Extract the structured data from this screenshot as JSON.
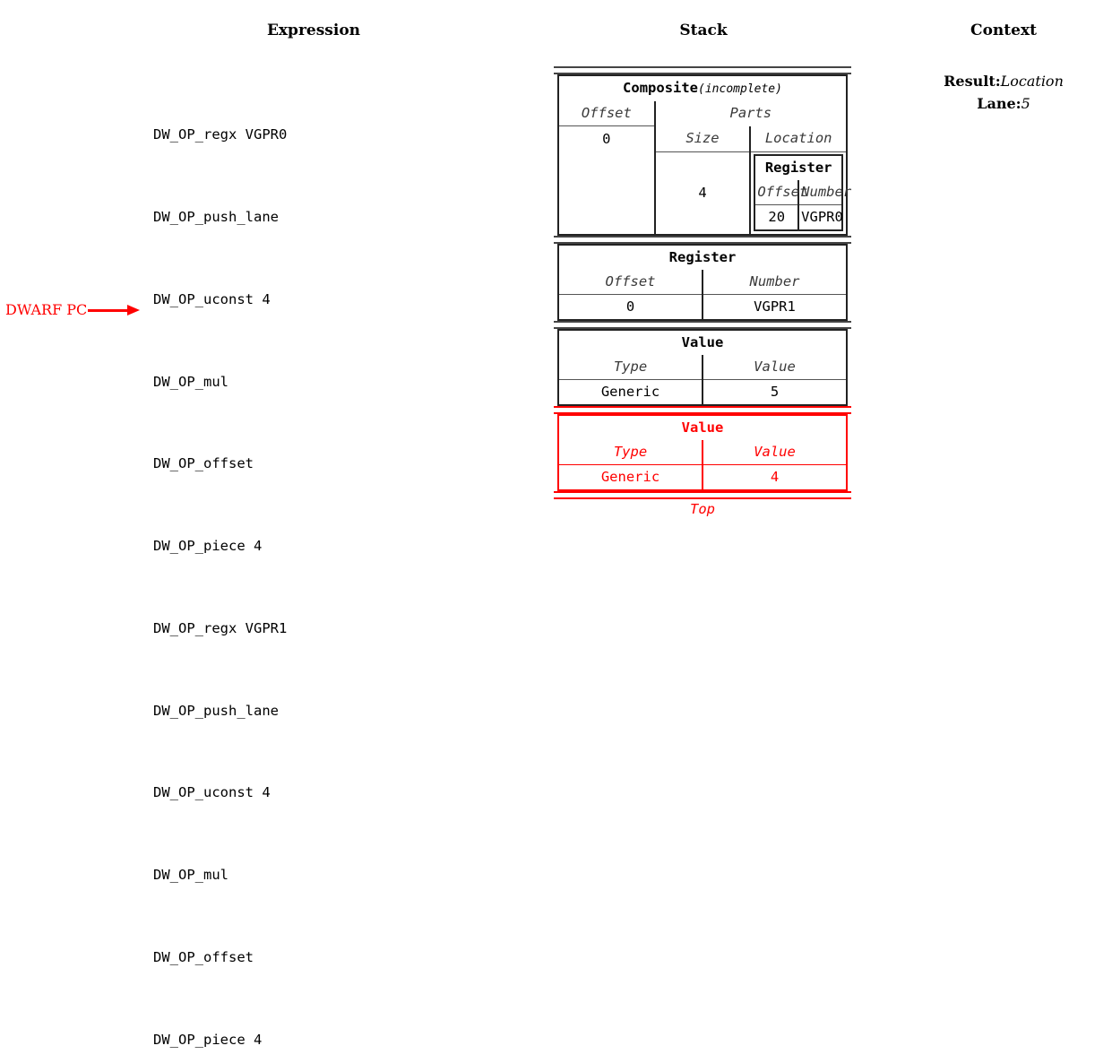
{
  "headers": {
    "expression": "Expression",
    "stack": "Stack",
    "context": "Context"
  },
  "expression": {
    "lines": [
      "DW_OP_regx VGPR0",
      "DW_OP_push_lane",
      "DW_OP_uconst 4",
      "DW_OP_mul",
      "DW_OP_offset",
      "DW_OP_piece 4",
      "DW_OP_regx VGPR1",
      "DW_OP_push_lane",
      "DW_OP_uconst 4",
      "DW_OP_mul",
      "DW_OP_offset",
      "DW_OP_piece 4"
    ],
    "pc_marker_label": "DWARF PC",
    "pc_marker_points_to_index": 9,
    "pc_marker_color": "#ff0000"
  },
  "stack": {
    "top_label": "Top",
    "highlight_color": "#ff0000",
    "entries": [
      {
        "kind": "composite",
        "title": "Composite",
        "title_suffix": "(incomplete)",
        "col_offset_header": "Offset",
        "col_offset_value": "0",
        "parts_header": "Parts",
        "part_size_header": "Size",
        "part_location_header": "Location",
        "part_size_value": "4",
        "nested": {
          "title": "Register",
          "col1_header": "Offset",
          "col2_header": "Number",
          "col1_value": "20",
          "col2_value": "VGPR0"
        }
      },
      {
        "kind": "register",
        "title": "Register",
        "col1_header": "Offset",
        "col2_header": "Number",
        "col1_value": "0",
        "col2_value": "VGPR1"
      },
      {
        "kind": "value",
        "title": "Value",
        "col1_header": "Type",
        "col2_header": "Value",
        "col1_value": "Generic",
        "col2_value": "5"
      },
      {
        "kind": "value",
        "title": "Value",
        "col1_header": "Type",
        "col2_header": "Value",
        "col1_value": "Generic",
        "col2_value": "4",
        "highlighted": true
      }
    ]
  },
  "context": {
    "result_key": "Result:",
    "result_value": "Location",
    "lane_key": "Lane:",
    "lane_value": "5"
  }
}
